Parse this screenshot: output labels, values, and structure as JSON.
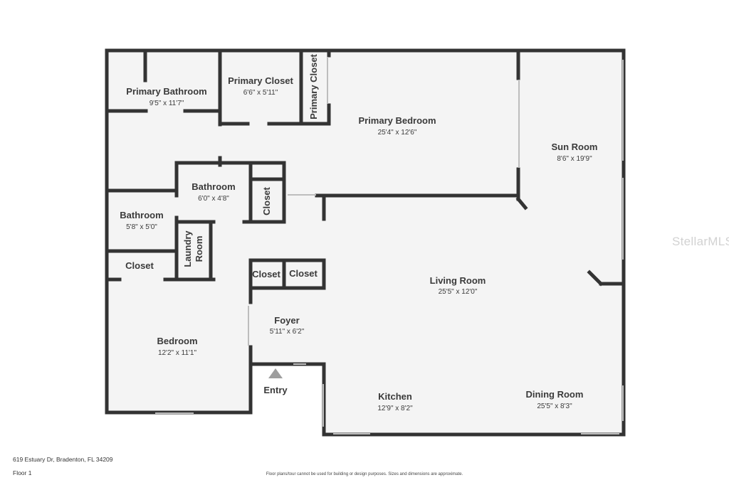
{
  "rooms": {
    "primary_bathroom": {
      "name": "Primary Bathroom",
      "dims": "9'5\" x 11'7\""
    },
    "primary_closet": {
      "name": "Primary Closet",
      "dims": "6'6\" x 5'11\""
    },
    "primary_closet_narrow": {
      "name": "Primary Closet"
    },
    "primary_bedroom": {
      "name": "Primary Bedroom",
      "dims": "25'4\" x 12'6\""
    },
    "sun_room": {
      "name": "Sun Room",
      "dims": "8'6\" x 19'9\""
    },
    "bathroom_center": {
      "name": "Bathroom",
      "dims": "6'0\" x 4'8\""
    },
    "closet_vertical": {
      "name": "Closet"
    },
    "bathroom_left": {
      "name": "Bathroom",
      "dims": "5'8\" x 5'0\""
    },
    "laundry": {
      "name": "Laundry Room",
      "line1": "Laundry",
      "line2": "Room"
    },
    "closet_left": {
      "name": "Closet"
    },
    "closet_a": {
      "name": "Closet"
    },
    "closet_b": {
      "name": "Closet"
    },
    "living_room": {
      "name": "Living Room",
      "dims": "25'5\" x 12'0\""
    },
    "foyer": {
      "name": "Foyer",
      "dims": "5'11\" x 6'2\""
    },
    "bedroom": {
      "name": "Bedroom",
      "dims": "12'2\" x 11'1\""
    },
    "entry": {
      "name": "Entry"
    },
    "kitchen": {
      "name": "Kitchen",
      "dims": "12'9\" x 8'2\""
    },
    "dining_room": {
      "name": "Dining Room",
      "dims": "25'5\" x 8'3\""
    }
  },
  "footer": {
    "address": "619 Estuary Dr, Bradenton, FL 34209",
    "floor": "Floor 1",
    "disclaimer": "Floor plans/tour cannot be used for building or design purposes. Sizes and dimensions are approximate."
  },
  "watermark": "StellarMLS",
  "colors": {
    "wall": "#333333",
    "floor": "#f4f4f4",
    "window": "#bdbdbd",
    "entry_marker": "#9e9e9e"
  }
}
